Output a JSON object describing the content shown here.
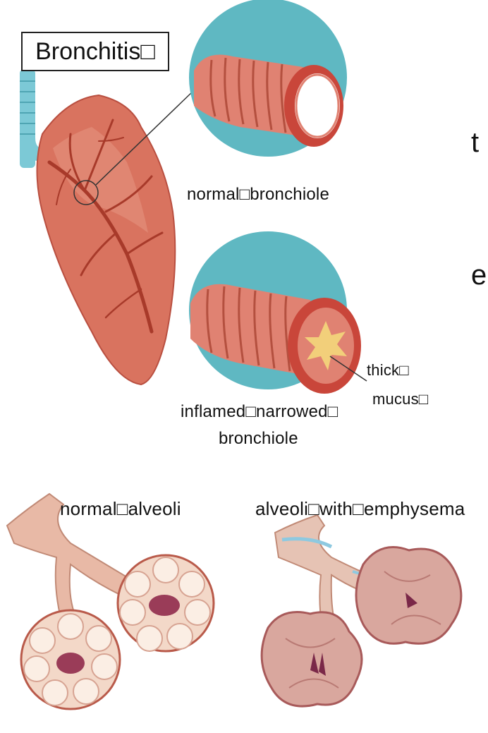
{
  "title": "Bronchitis□",
  "labels": {
    "normal_bronchiole": "normal□bronchiole",
    "inflamed_line1": "inflamed□narrowed□",
    "inflamed_line2": "bronchiole",
    "thick_line1": "thick□",
    "thick_line2": "mucus□",
    "normal_alveoli": "normal□alveoli",
    "emphysema_alveoli": "alveoli□with□emphysema"
  },
  "edge_fragments": [
    "t",
    "e"
  ],
  "colors": {
    "lung": "#d9735f",
    "vessel": "#a83a2a",
    "circle_bg": "#5fb8c2",
    "trachea": "#7cc9d6",
    "mucus": "#f2cf7a",
    "alveoli_normal": "#f3d8c8",
    "alveoli_emphysema": "#d9a79e"
  }
}
